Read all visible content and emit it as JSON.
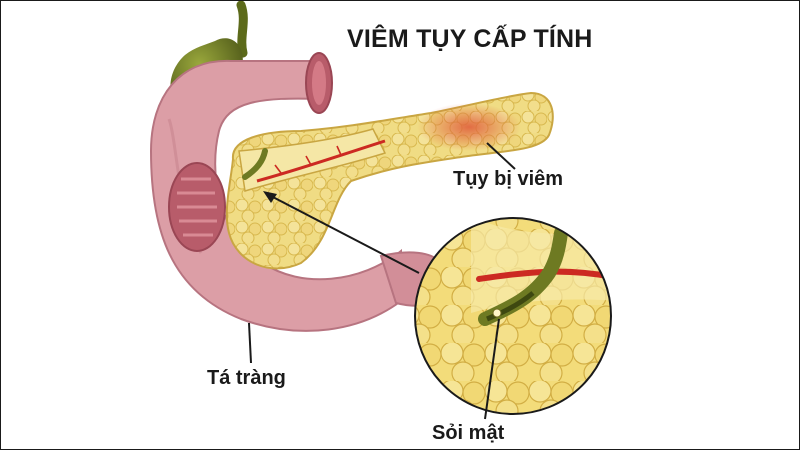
{
  "title": "VIÊM TỤY CẤP TÍNH",
  "labels": {
    "inflamed_pancreas": "Tụy bị viêm",
    "duodenum": "Tá tràng",
    "gallstone": "Sỏi mật"
  },
  "colors": {
    "duodenum": "#dc9ea6",
    "duodenum_inner": "#b85c6a",
    "pancreas": "#f0dc84",
    "pancreas_lobule": "#d8b84e",
    "gallbladder": "#6e7a22",
    "artery": "#cc2a22",
    "inflammation": "#e0603c",
    "pointer": "#1a1a1a"
  }
}
